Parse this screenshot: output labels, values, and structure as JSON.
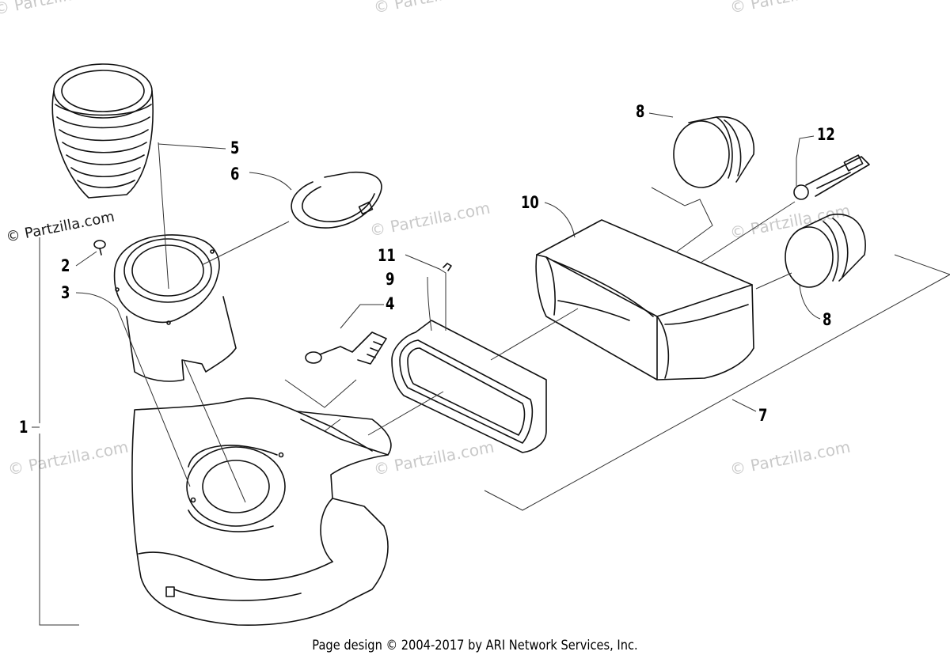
{
  "watermarks": {
    "primary": "© Partzilla.com",
    "faded": "© Partzilla.com"
  },
  "callouts": {
    "c1": "1",
    "c2": "2",
    "c3": "3",
    "c4": "4",
    "c5": "5",
    "c6": "6",
    "c7": "7",
    "c8a": "8",
    "c8b": "8",
    "c9": "9",
    "c10": "10",
    "c11": "11",
    "c12": "12"
  },
  "footer": "Page design © 2004-2017 by ARI Network Services, Inc."
}
